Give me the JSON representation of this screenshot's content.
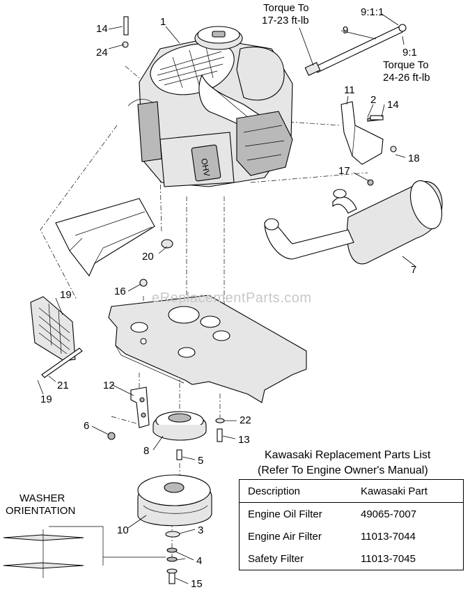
{
  "watermark": "eReplacementParts.com",
  "callouts": {
    "c1": "1",
    "c2": "2",
    "c3": "3",
    "c4": "4",
    "c5": "5",
    "c6": "6",
    "c7": "7",
    "c8": "8",
    "c9": "9",
    "c10": "10",
    "c11": "11",
    "c12": "12",
    "c13": "13",
    "c14a": "14",
    "c14b": "14",
    "c15": "15",
    "c16": "16",
    "c17": "17",
    "c18": "18",
    "c19a": "19",
    "c19b": "19",
    "c20": "20",
    "c21": "21",
    "c22": "22",
    "c24": "24"
  },
  "torque": {
    "upper_line1": "Torque To",
    "upper_line2": "17-23 ft-lb",
    "ratio_top": "9:1:1",
    "ratio_side": "9:1",
    "lower_line1": "Torque To",
    "lower_line2": "24-26 ft-lb"
  },
  "washer": {
    "line1": "WASHER",
    "line2": "ORIENTATION"
  },
  "parts_list": {
    "title_line1": "Kawasaki Replacement Parts List",
    "title_line2": "(Refer To Engine Owner's Manual)",
    "col_description": "Description",
    "col_part": "Kawasaki Part",
    "rows": [
      {
        "description": "Engine Oil Filter",
        "part": "49065-7007"
      },
      {
        "description": "Engine Air Filter",
        "part": "11013-7044"
      },
      {
        "description": "Safety Filter",
        "part": "11013-7045"
      }
    ]
  },
  "engine_label": "OHV"
}
